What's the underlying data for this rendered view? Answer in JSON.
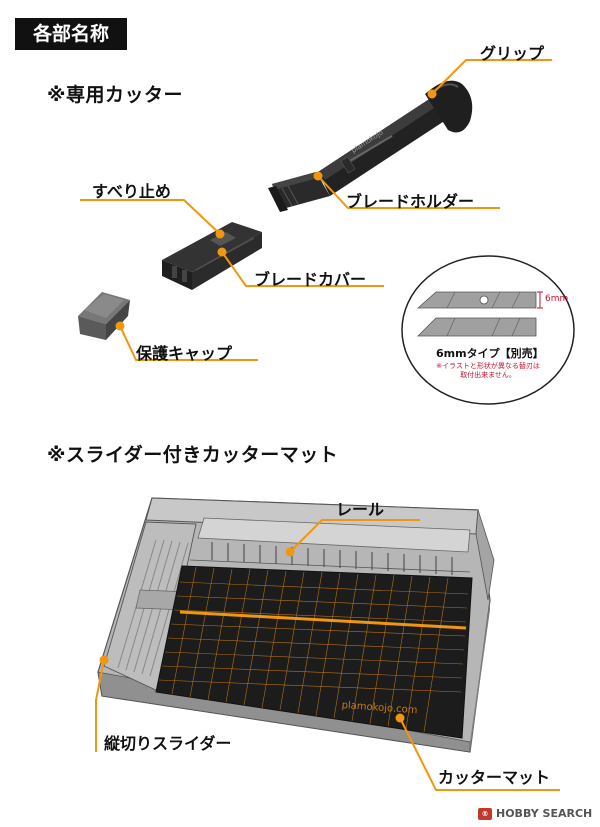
{
  "header": {
    "title": "各部名称"
  },
  "cutter_section": {
    "title": "※専用カッター",
    "labels": {
      "grip": "グリップ",
      "blade_holder": "ブレードホルダー",
      "stopper": "すべり止め",
      "blade_cover": "ブレードカバー",
      "protective_cap": "保護キャップ"
    },
    "blade_inset": {
      "engraving": "plamokojo",
      "size_mark": "6mm",
      "type_label": "6mmタイプ【別売】",
      "note_line1": "※イラストと形状が異なる替刃は",
      "note_line2": "取付出来ません。"
    }
  },
  "mat_section": {
    "title": "※スライダー付きカッターマット",
    "labels": {
      "rail": "レール",
      "vertical_slider": "縦切りスライダー",
      "cutter_mat": "カッターマット"
    },
    "mat_brand": "plamokojo.com"
  },
  "footer": {
    "watermark": "HOBBY SEARCH"
  },
  "colors": {
    "accent": "#f0960f",
    "dark": "#1c1c1c",
    "red": "#c8102e",
    "mat_line": "#c87a12"
  }
}
